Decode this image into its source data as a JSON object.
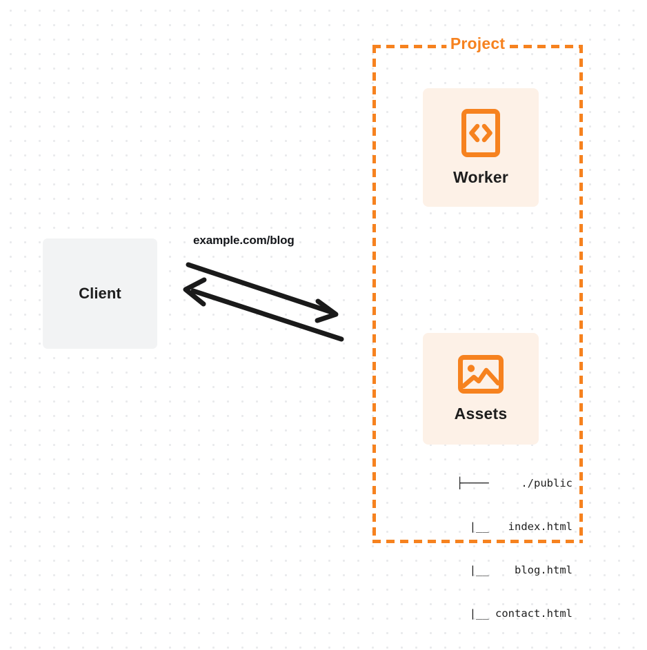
{
  "diagram": {
    "title": "Cloudflare Worker with Static Assets routing diagram",
    "colors": {
      "accent_orange": "#F6821F",
      "card_background": "#FDF1E7",
      "client_background": "#F2F3F4",
      "text_dark": "#1D1D1D",
      "canvas_background": "#FFFFFF",
      "dot_grid": "#E9EAEC"
    }
  },
  "client": {
    "label": "Client",
    "icon": "client-box"
  },
  "connection": {
    "request_label": "example.com/blog",
    "request_arrow": "arrow-right-down",
    "response_arrow": "arrow-left-up"
  },
  "project": {
    "title": "Project",
    "services": [
      {
        "label": "Worker",
        "icon": "code-document-icon",
        "icon_glyph": "<>"
      },
      {
        "label": "Assets",
        "icon": "image-picture-icon"
      }
    ],
    "file_tree": [
      {
        "branch": "├────",
        "name": "./public"
      },
      {
        "branch": "|__",
        "name": "index.html"
      },
      {
        "branch": "|__",
        "name": "blog.html"
      },
      {
        "branch": "|__",
        "name": "contact.html"
      }
    ]
  }
}
